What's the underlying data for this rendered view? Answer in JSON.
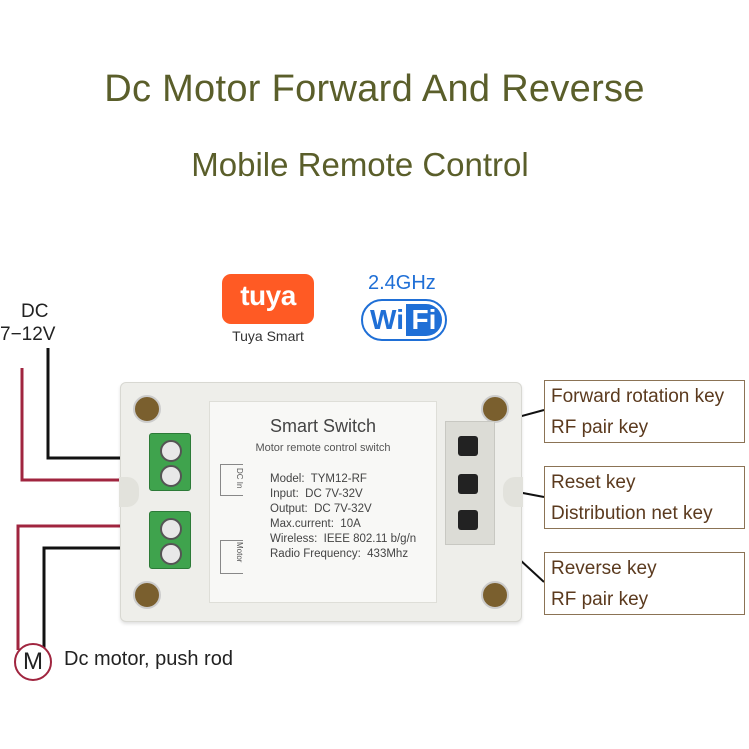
{
  "title": "Dc Motor Forward And Reverse",
  "subtitle": "Mobile Remote Control",
  "power_label": {
    "line1": "DC",
    "line2": "7−12V"
  },
  "tuya": {
    "logo_text": "tuya",
    "caption": "Tuya Smart"
  },
  "wifi": {
    "band": "2.4GHz",
    "wi": "Wi",
    "fi": "Fi"
  },
  "device": {
    "name": "Smart Switch",
    "subtitle": "Motor remote control switch",
    "dc_in": "DC In",
    "motor": "Motor",
    "specs": [
      "Model:  TYM12-RF",
      "Input:  DC 7V-32V",
      "Output:  DC 7V-32V",
      "Max.current:  10A",
      "Wireless:  IEEE 802.11 b/g/n",
      "Radio Frequency:  433Mhz"
    ]
  },
  "annotations": {
    "forward": {
      "line1": "Forward rotation key",
      "line2": "RF pair key"
    },
    "reset": {
      "line1": "Reset key",
      "line2": "Distribution net key"
    },
    "reverse": {
      "line1": "Reverse key",
      "line2": "RF pair key"
    }
  },
  "motor": {
    "symbol": "M",
    "label": "Dc motor, push rod"
  },
  "colors": {
    "title": "#5a5e2a",
    "wire_red": "#a0253f",
    "wire_black": "#111111",
    "terminal_green": "#3fa34d",
    "tuya_orange": "#ff5a24",
    "wifi_blue": "#1f6fd6",
    "annotation_border": "#8b7355"
  }
}
